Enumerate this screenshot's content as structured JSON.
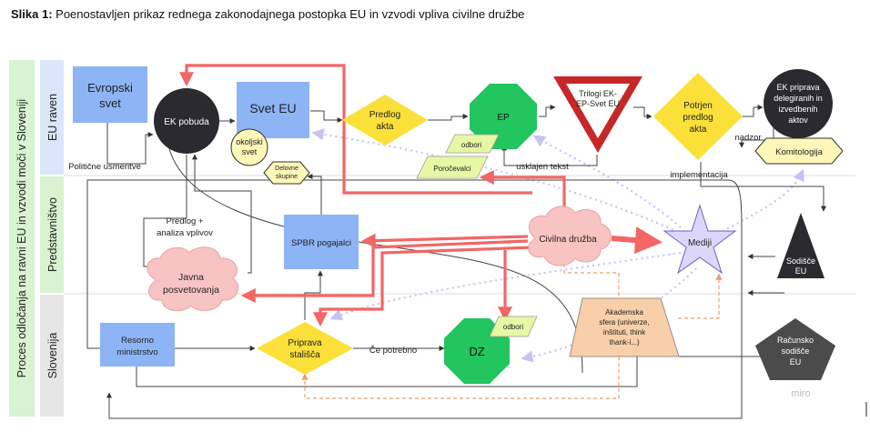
{
  "caption": {
    "prefix": "Slika 1:",
    "text": "Poenostavljen prikaz rednega zakonodajnega postopka EU in vzvodi vpliva civilne družbe"
  },
  "lanes": {
    "outer": "Proces odločanja na ravni EU in vzvodi moči v Sloveniji",
    "eu": "EU raven",
    "interest": "Predstavništvo",
    "slovenia": "Slovenija"
  },
  "nodes": {
    "evropski_svet": [
      "Evropski",
      "svet"
    ],
    "ek_pobuda": "EK pobuda",
    "svet_eu": "Svet EU",
    "okoljski_svet": [
      "okoljski",
      "svet"
    ],
    "delovne_skupine": [
      "Delovne",
      "skupine"
    ],
    "predlog_akta": [
      "Predlog",
      "akta"
    ],
    "ep": "EP",
    "odbori_ep": "odbori",
    "porocevalci": "Poročevalci",
    "trilogi": [
      "Trilogi EK-",
      "EP-Svet EU"
    ],
    "potrjen_predlog": [
      "Potrjen",
      "predlog",
      "akta"
    ],
    "ek_priprava": [
      "EK priprava",
      "delegiranih in",
      "izvedbenih",
      "aktov"
    ],
    "komitologija": "Komitologija",
    "sodisce_eu": [
      "Sodišče",
      "EU"
    ],
    "spbr": "SPBR pogajalci",
    "civilna_druzba": "Civilna družba",
    "mediji": "Mediji",
    "javna_posvetovanja": [
      "Javna",
      "posvetovanja"
    ],
    "akademska_sfera": [
      "Akademska",
      "sfera (univerze,",
      "inštituti, think",
      "thank-i...)"
    ],
    "racunsko_sodisce": [
      "Računsko",
      "sodišče",
      "EU"
    ],
    "resorno_ministrstvo": [
      "Resorno",
      "ministrstvo"
    ],
    "priprava_stalisca": [
      "Priprava",
      "stališča"
    ],
    "dz": "DZ",
    "odbori_dz": "odbori"
  },
  "edge_labels": {
    "politicne": "Politične usmeritve",
    "predlog_analiza": [
      "Predlog +",
      "analiza vplivov"
    ],
    "usklajen": "usklajen tekst",
    "nadzor": "nadzor",
    "implementacija": "implementacija",
    "ce_potrebno": "Če potrebno"
  },
  "watermark": "miro",
  "colors": {
    "blue": "#8db4f5",
    "dark": "#2b2b2f",
    "yellow": "#fbe03a",
    "green": "#22c55e",
    "lime": "#e7f7a4",
    "red": "#f26666",
    "pink": "#f8c3c3",
    "lavender": "#ddd6fb",
    "peach": "#f8cfa8",
    "gray_pentagon": "#4b4b4b",
    "lane_green": "#d9f2d0",
    "lane_blue": "#dbe6fb",
    "lane_gray": "#e6e6e6"
  }
}
